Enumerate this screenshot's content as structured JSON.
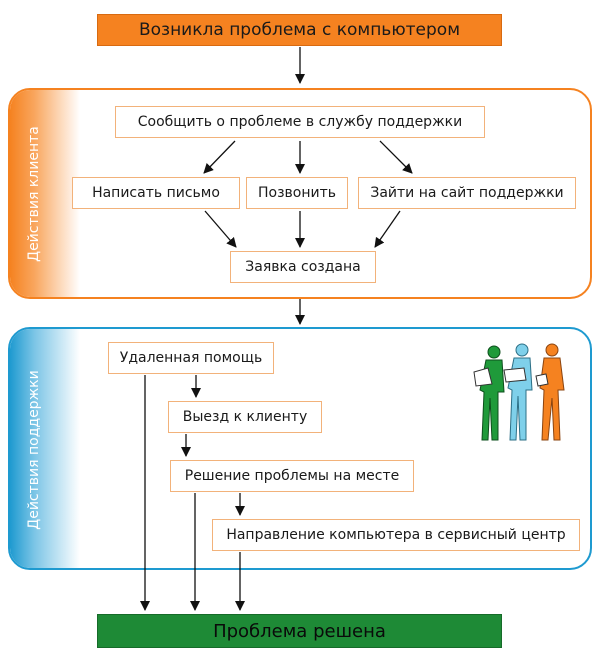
{
  "header": {
    "title": "Возникла проблема с компьютером"
  },
  "client_section": {
    "label": "Действия клиента",
    "report": "Сообщить о проблеме в службу поддержки",
    "options": [
      "Написать письмо",
      "Позвонить",
      "Зайти на сайт поддержки"
    ],
    "ticket": "Заявка создана"
  },
  "support_section": {
    "label": "Действия поддержки",
    "steps": [
      "Удаленная помощь",
      "Выезд к клиенту",
      "Решение проблемы на месте",
      "Направление компьютера в сервисный центр"
    ],
    "illustration": "people-illustration"
  },
  "footer": {
    "result": "Проблема решена"
  },
  "colors": {
    "orange": "#f58220",
    "blue": "#1e9ad0",
    "green": "#1e8a36"
  }
}
